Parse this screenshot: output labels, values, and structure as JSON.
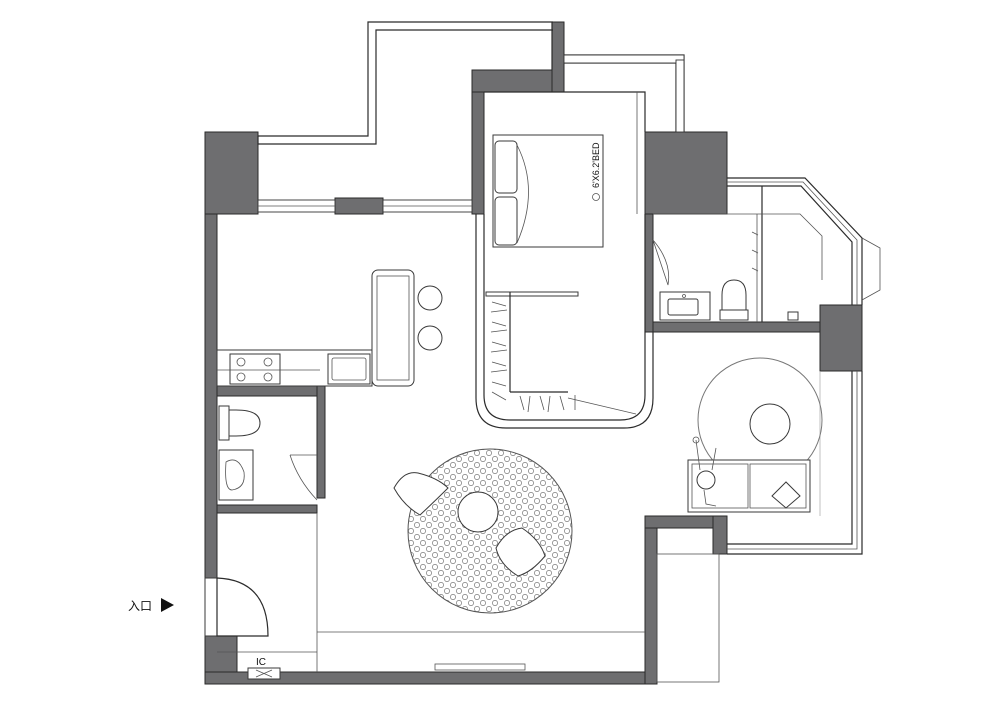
{
  "labels": {
    "entrance": "入口",
    "bed": "6'X6.2'BED",
    "ic": "IC"
  },
  "colors": {
    "wall": "#6e6e70",
    "line": "#2b2b2b",
    "background": "#ffffff"
  },
  "icons": {
    "entrance_arrow": "triangle-right-icon"
  }
}
